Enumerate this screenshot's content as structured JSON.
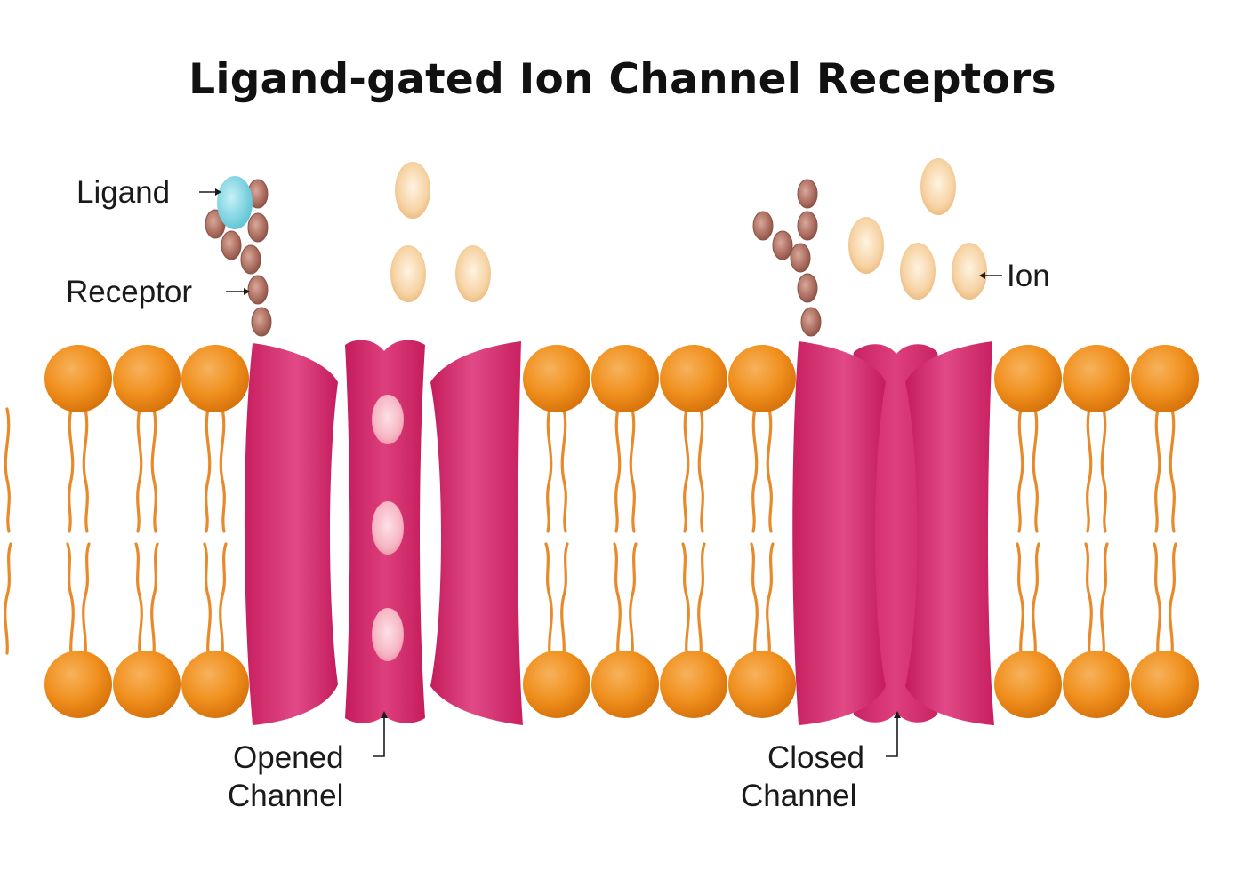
{
  "title": "Ligand-gated Ion Channel Receptors",
  "labels": {
    "ligand": "Ligand",
    "receptor": "Receptor",
    "ion": "Ion",
    "opened_line1": "Opened",
    "opened_line2": "Channel",
    "closed_line1": "Closed",
    "closed_line2": "Channel"
  },
  "colors": {
    "phospholipid_head": "#f0901e",
    "phospholipid_tail": "#e8892a",
    "channel_protein": "#d62a6e",
    "ion": "#f6d2a2",
    "ligand": "#7fd6e6",
    "receptor_bead": "#a86a5c"
  }
}
